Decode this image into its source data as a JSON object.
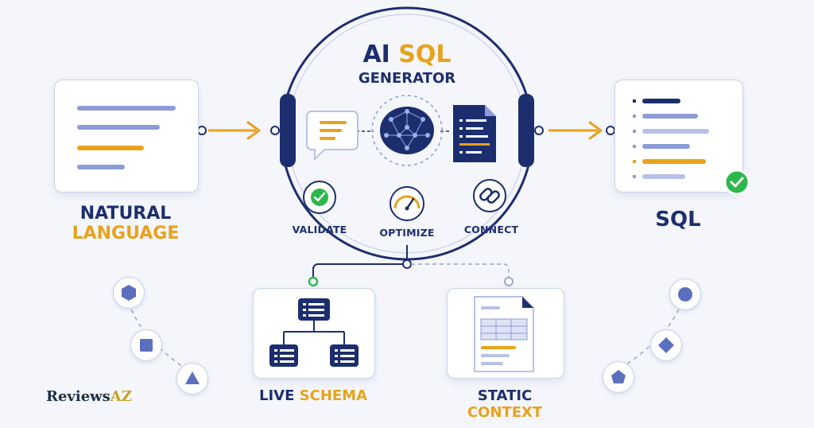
{
  "title": {
    "line1_a": "AI ",
    "line1_b": "SQL",
    "line2": "GENERATOR"
  },
  "input": {
    "line1": "NATURAL",
    "line2": "LANGUAGE"
  },
  "output": {
    "label": "SQL"
  },
  "badges": {
    "validate": "VALIDATE",
    "optimize": "OPTIMIZE",
    "connect": "CONNECT"
  },
  "bottom": {
    "live_a": "LIVE ",
    "live_b": "SCHEMA",
    "static_line1": "STATIC",
    "static_line2": "CONTEXT"
  },
  "logo": {
    "a": "Reviews",
    "b": "AZ"
  },
  "colors": {
    "navy": "#1c2e6e",
    "gold": "#e8a21c",
    "green": "#2bb84a",
    "lavender": "#8d9bd6",
    "light_lavender": "#b7c1e6",
    "bg": "#f4f6fc"
  }
}
